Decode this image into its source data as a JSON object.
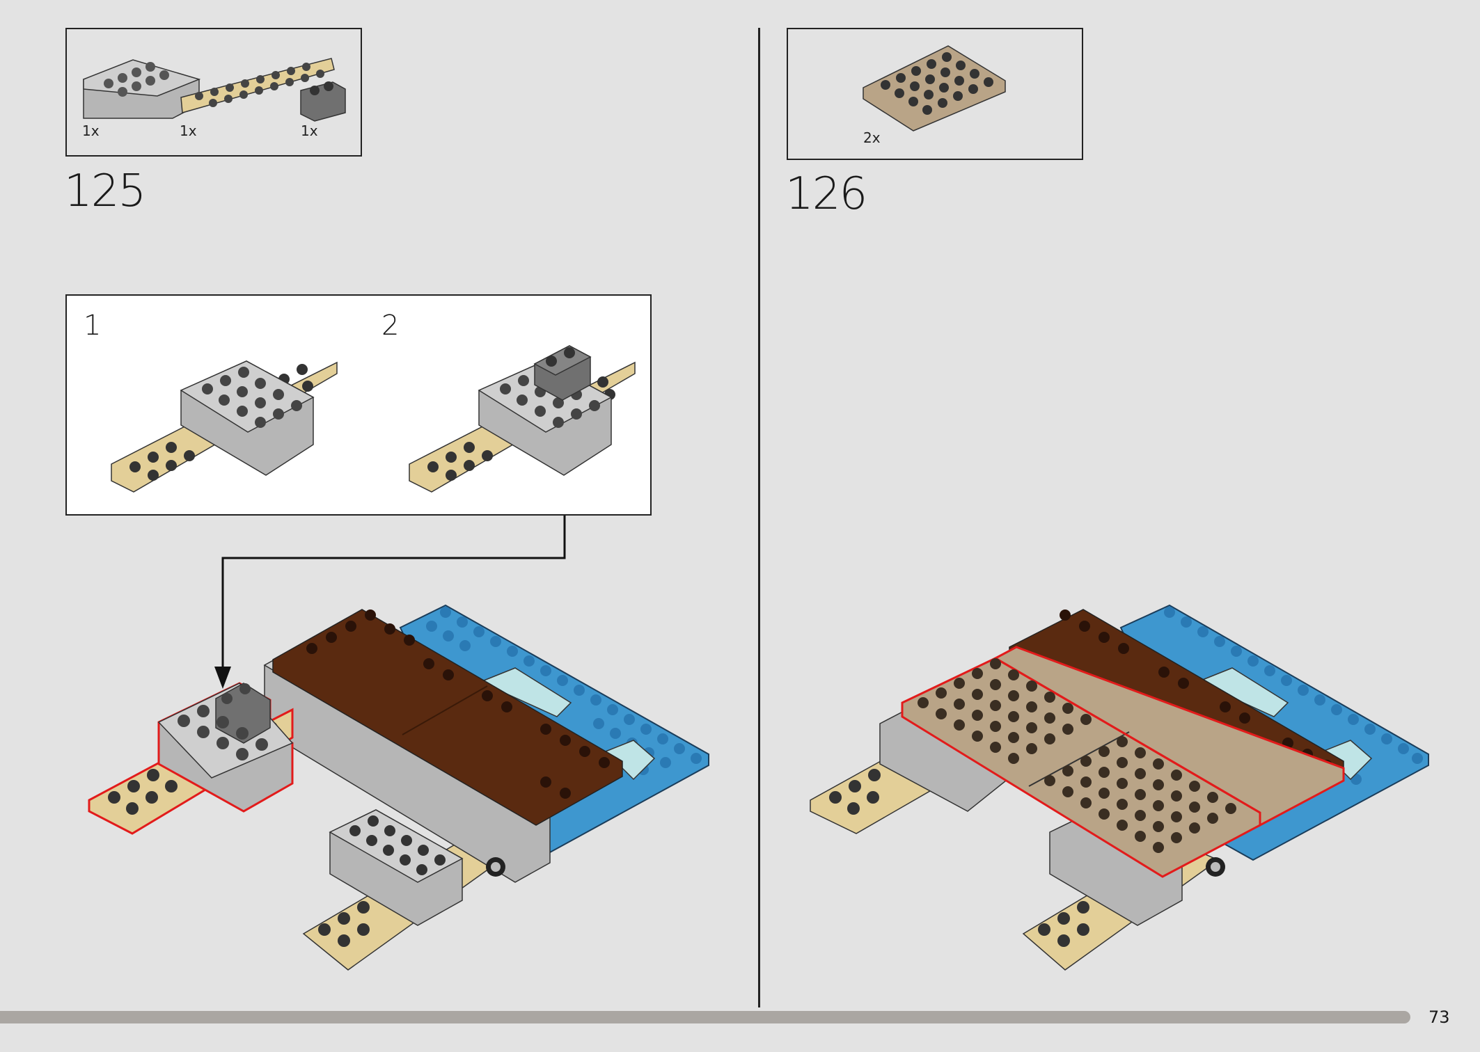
{
  "step_125": {
    "number": "125",
    "parts": [
      {
        "icon": "gray-brick-2x4-icon",
        "qty": "1x"
      },
      {
        "icon": "tan-plate-2x8-icon",
        "qty": "1x"
      },
      {
        "icon": "dark-gray-brick-1x2-icon",
        "qty": "1x"
      }
    ],
    "substeps": [
      {
        "number": "1"
      },
      {
        "number": "2"
      }
    ]
  },
  "step_126": {
    "number": "126",
    "parts": [
      {
        "icon": "dark-tan-plate-4x6-icon",
        "qty": "2x"
      }
    ]
  },
  "footer": {
    "page_number": "73"
  },
  "colors": {
    "background": "#e3e3e3",
    "gray_brick": "#b6b6b6",
    "tan_plate": "#e3cf98",
    "dark_tan_plate": "#b9a487",
    "brown_tile": "#5a2a10",
    "blue_plate": "#3e97cf",
    "highlight": "#e21b1b"
  }
}
